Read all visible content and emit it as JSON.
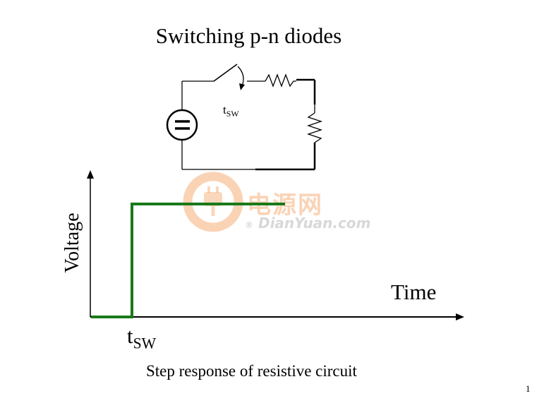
{
  "title": "Switching p-n diodes",
  "circuit": {
    "switch_label_main": "t",
    "switch_label_sub": "SW"
  },
  "graph": {
    "ylabel": "Voltage",
    "xlabel": "Time",
    "tick_label_main": "t",
    "tick_label_sub": "SW",
    "line_color": "#1a7a1a"
  },
  "caption": "Step response of resistive circuit",
  "page_number": "1",
  "watermark": {
    "chinese": "电源网",
    "english": "DianYuan.com",
    "registered": "®"
  }
}
